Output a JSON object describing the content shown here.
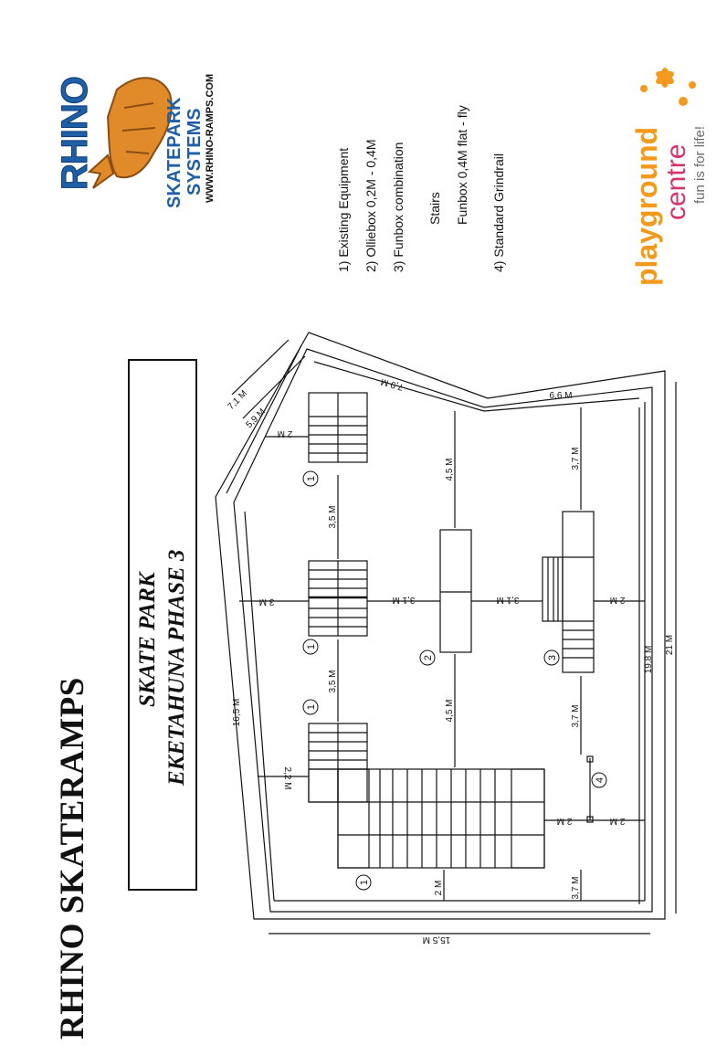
{
  "header": {
    "company": "RHINO SKATERAMPS",
    "title_line1": "SKATE PARK",
    "title_line2": "EKETAHUNA PHASE 3"
  },
  "rhino_logo": {
    "brand": "RHINO",
    "line1": "SKATEPARK",
    "line2": "SYSTEMS",
    "url": "WWW.RHINO-RAMPS.COM",
    "brand_color": "#1e5fa8",
    "accent_color": "#e08a2a"
  },
  "playground_logo": {
    "word1": "playground",
    "word2": "centre",
    "tagline": "fun is for life!",
    "orange": "#f39a1e",
    "pink": "#d6336c",
    "grey": "#6b6b6b"
  },
  "legend": [
    {
      "text": "1) Existing Equipment"
    },
    {
      "text": "2) Olliebox 0,2M - 0,4M"
    },
    {
      "text": "3) Funbox combination"
    },
    {
      "text": "Stairs"
    },
    {
      "text": "Funbox 0,4M flat - fly"
    },
    {
      "text": "4) Standard Grindrail"
    }
  ],
  "dimensions": {
    "d_15_5": "15,5 M",
    "d_16_5": "16,5 M",
    "d_7_1": "7,1 M",
    "d_5_9": "5,9 M",
    "d_7_9": "7,9 M",
    "d_6_6": "6,6 M",
    "d_19_8": "19,8 M",
    "d_21": "21 M",
    "d_2_2": "2,2 M",
    "d_3m": "3 M",
    "d_2m_top": "2 M",
    "d_3_5_a": "3,5 M",
    "d_3_5_b": "3,5 M",
    "d_4_5_a": "4,5 M",
    "d_4_5_b": "4,5 M",
    "d_3_1_a": "3,1 M",
    "d_3_1_b": "3,1 M",
    "d_3_7_a": "3,7 M",
    "d_3_7_b": "3,7 M",
    "d_3_7_c": "3,7 M",
    "d_2m_a": "2 M",
    "d_2m_b": "2 M",
    "d_2m_c": "2 M",
    "d_2m_d": "2 M"
  },
  "markers": {
    "m1": "1",
    "m2": "2",
    "m3": "3",
    "m4": "4"
  }
}
